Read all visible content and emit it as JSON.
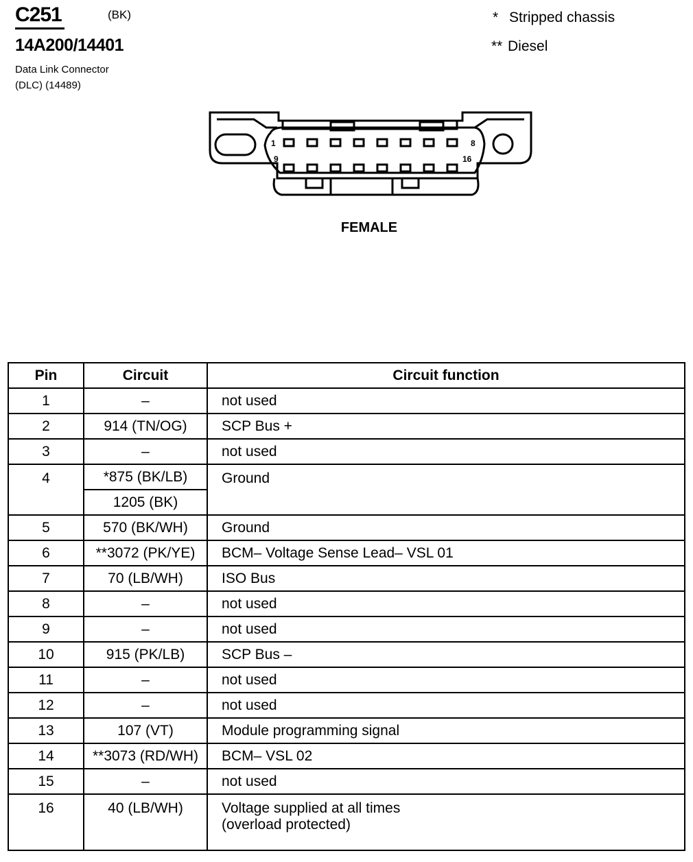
{
  "header": {
    "connector_id": "C251",
    "connector_color": "(BK)",
    "part_numbers": "14A200/14401",
    "description_line1": "Data Link Connector",
    "description_line2": "(DLC) (14489)"
  },
  "notes": [
    {
      "mark": "*",
      "text": "Stripped chassis"
    },
    {
      "mark": "**",
      "text": "Diesel"
    }
  ],
  "diagram": {
    "pin_labels": {
      "top_left": "1",
      "top_right": "8",
      "bottom_left": "9",
      "bottom_right": "16"
    },
    "gender_label": "FEMALE"
  },
  "table": {
    "headers": {
      "pin": "Pin",
      "circuit": "Circuit",
      "function": "Circuit function"
    },
    "rows": [
      {
        "pin": "1",
        "circuit": "–",
        "function": "not used"
      },
      {
        "pin": "2",
        "circuit": "914 (TN/OG)",
        "function": "SCP Bus +"
      },
      {
        "pin": "3",
        "circuit": "–",
        "function": "not used"
      },
      {
        "pin": "4",
        "circuit": "*875 (BK/LB)",
        "circuit2": "1205 (BK)",
        "function": "Ground"
      },
      {
        "pin": "5",
        "circuit": "570 (BK/WH)",
        "function": "Ground"
      },
      {
        "pin": "6",
        "circuit": "**3072 (PK/YE)",
        "function": "BCM– Voltage Sense Lead– VSL 01"
      },
      {
        "pin": "7",
        "circuit": "70 (LB/WH)",
        "function": "ISO Bus"
      },
      {
        "pin": "8",
        "circuit": "–",
        "function": "not used"
      },
      {
        "pin": "9",
        "circuit": "–",
        "function": "not used"
      },
      {
        "pin": "10",
        "circuit": "915 (PK/LB)",
        "function": "SCP Bus –"
      },
      {
        "pin": "11",
        "circuit": "–",
        "function": "not used"
      },
      {
        "pin": "12",
        "circuit": "–",
        "function": "not used"
      },
      {
        "pin": "13",
        "circuit": "107 (VT)",
        "function": "Module programming signal"
      },
      {
        "pin": "14",
        "circuit": "**3073 (RD/WH)",
        "function": "BCM– VSL 02"
      },
      {
        "pin": "15",
        "circuit": "–",
        "function": "not used"
      },
      {
        "pin": "16",
        "circuit": "40 (LB/WH)",
        "function": "Voltage supplied at all times",
        "function2": "(overload protected)"
      }
    ]
  }
}
